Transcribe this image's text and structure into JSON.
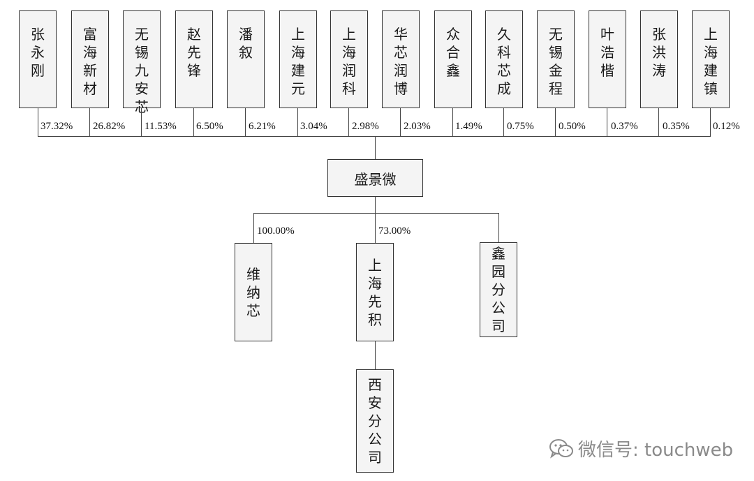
{
  "shareholders": [
    {
      "name": "张永刚",
      "pct": "37.32%"
    },
    {
      "name": "富海新材",
      "pct": "26.82%"
    },
    {
      "name": "无锡九安芯",
      "pct": "11.53%"
    },
    {
      "name": "赵先锋",
      "pct": "6.50%"
    },
    {
      "name": "潘叙",
      "pct": "6.21%"
    },
    {
      "name": "上海建元",
      "pct": "3.04%"
    },
    {
      "name": "上海润科",
      "pct": "2.98%"
    },
    {
      "name": "华芯润博",
      "pct": "2.03%"
    },
    {
      "name": "众合鑫",
      "pct": "1.49%"
    },
    {
      "name": "久科芯成",
      "pct": "0.75%"
    },
    {
      "name": "无锡金程",
      "pct": "0.50%"
    },
    {
      "name": "叶浩楷",
      "pct": "0.37%"
    },
    {
      "name": "张洪涛",
      "pct": "0.35%"
    },
    {
      "name": "上海建镇",
      "pct": "0.12%"
    }
  ],
  "company": {
    "name": "盛景微"
  },
  "subsidiaries": [
    {
      "name": "维纳芯",
      "pct": "100.00%"
    },
    {
      "name": "上海先积",
      "pct": "73.00%"
    },
    {
      "name": "鑫园分公司",
      "pct": ""
    }
  ],
  "sub_branch": {
    "name": "西安分公司"
  },
  "watermark": {
    "text": "微信号: touchweb",
    "icon": "wechat-icon"
  }
}
